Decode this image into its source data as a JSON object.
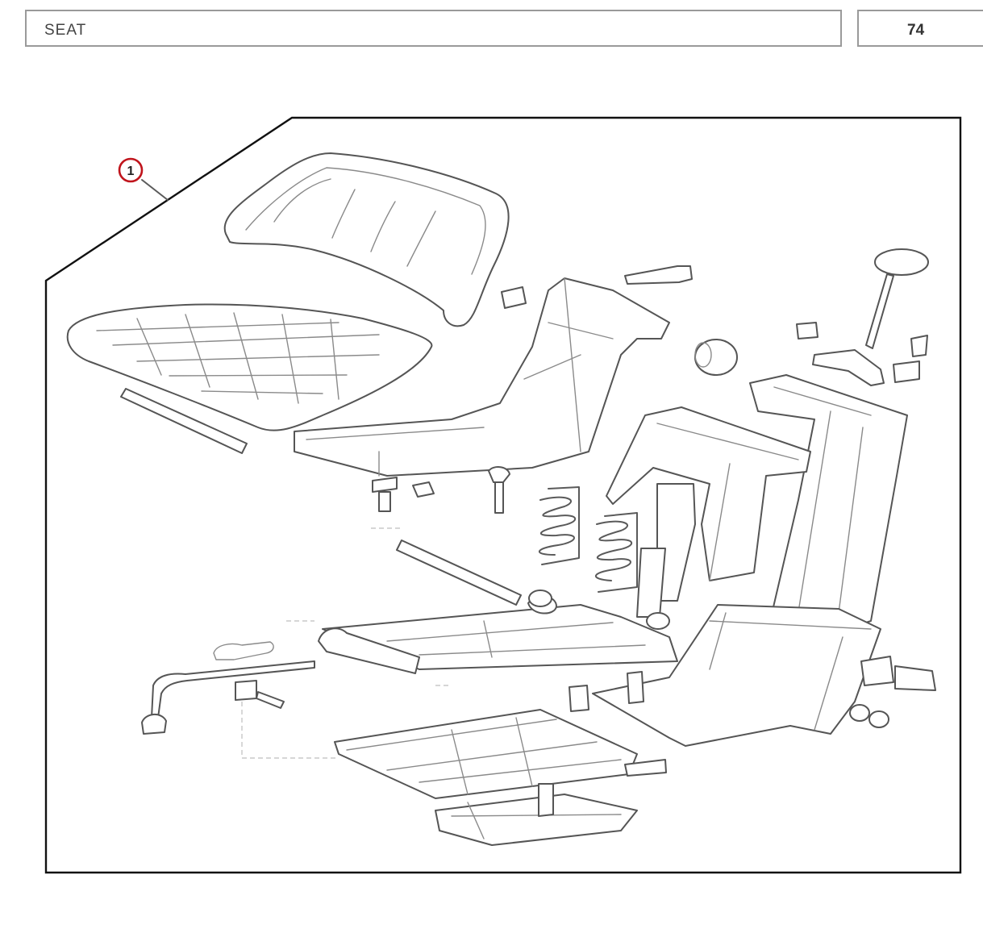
{
  "header": {
    "section_title": "SEAT",
    "page_number": "74"
  },
  "diagram": {
    "callouts": [
      {
        "label": "1"
      }
    ],
    "colors": {
      "callout_ring": "#c0141c",
      "frame_border": "#111111",
      "line_art": "#5a5a5a"
    }
  }
}
